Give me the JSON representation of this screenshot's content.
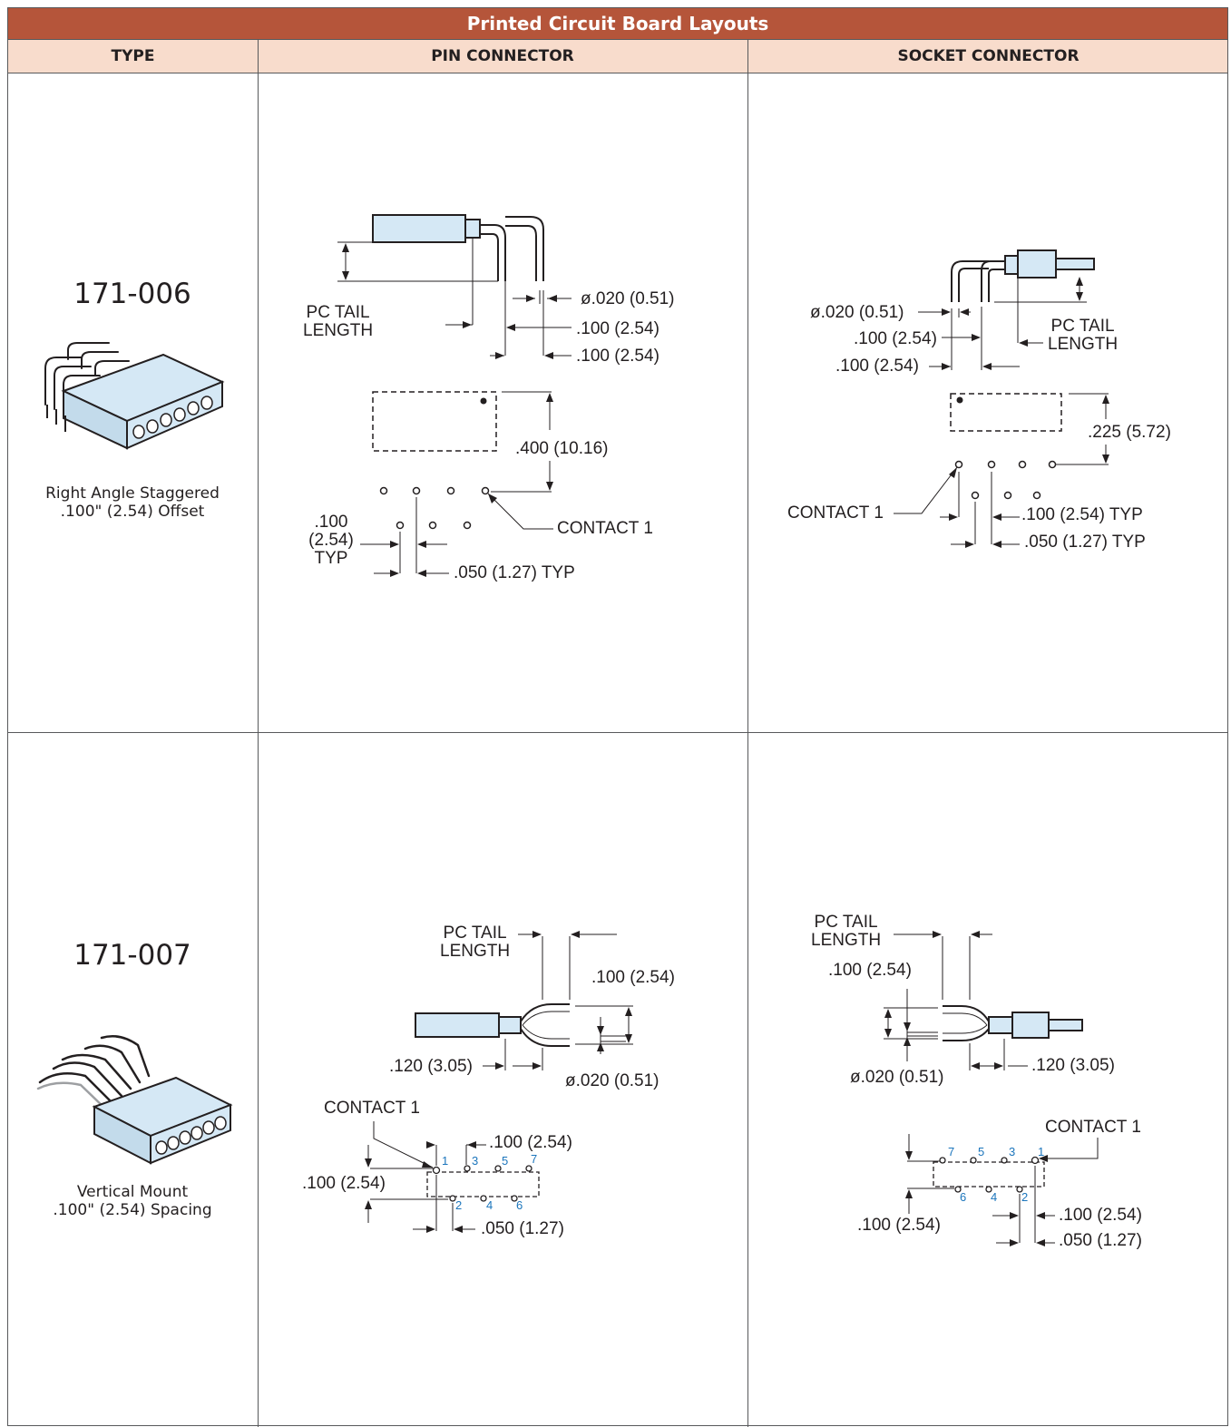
{
  "table": {
    "title": "Printed Circuit Board Layouts",
    "headers": {
      "type": "TYPE",
      "pin": "PIN CONNECTOR",
      "socket": "SOCKET CONNECTOR"
    }
  },
  "rows": [
    {
      "part_number": "171-006",
      "description_line1": "Right Angle Staggered",
      "description_line2": ".100\" (2.54) Offset",
      "pin": {
        "pc_tail_1": "PC TAIL",
        "pc_tail_2": "LENGTH",
        "dia": "ø.020 (0.51)",
        "pitch_a": ".100 (2.54)",
        "pitch_b": ".100 (2.54)",
        "height": ".400 (10.16)",
        "contact": "CONTACT 1",
        "row_1": ".100",
        "row_2": "(2.54)",
        "row_3": "TYP",
        "offset": ".050 (1.27) TYP"
      },
      "socket": {
        "dia": "ø.020 (0.51)",
        "pitch_a": ".100 (2.54)",
        "pitch_b": ".100 (2.54)",
        "pc_tail_1": "PC TAIL",
        "pc_tail_2": "LENGTH",
        "height": ".225 (5.72)",
        "contact": "CONTACT 1",
        "typ_a": ".100 (2.54) TYP",
        "typ_b": ".050 (1.27) TYP"
      }
    },
    {
      "part_number": "171-007",
      "description_line1": "Vertical Mount",
      "description_line2": ".100\" (2.54) Spacing",
      "pin": {
        "pc_tail_1": "PC TAIL",
        "pc_tail_2": "LENGTH",
        "spacing": ".100 (2.54)",
        "tail": ".120 (3.05)",
        "dia": "ø.020 (0.51)",
        "contact": "CONTACT 1",
        "pitch": ".100 (2.54)",
        "row": ".100 (2.54)",
        "offset": ".050 (1.27)",
        "numbers": [
          "1",
          "3",
          "5",
          "7",
          "2",
          "4",
          "6"
        ]
      },
      "socket": {
        "pc_tail_1": "PC TAIL",
        "pc_tail_2": "LENGTH",
        "spacing": ".100 (2.54)",
        "dia": "ø.020 (0.51)",
        "tail": ".120 (3.05)",
        "contact": "CONTACT 1",
        "row": ".100 (2.54)",
        "pitch": ".100 (2.54)",
        "offset": ".050 (1.27)",
        "numbers": [
          "7",
          "5",
          "3",
          "1",
          "6",
          "4",
          "2"
        ]
      }
    }
  ],
  "colors": {
    "title_bg": "#b5553a",
    "header_bg": "#f8dccc",
    "part_fill": "#d5e8f5",
    "pin_numbers": "#1b75bc"
  }
}
